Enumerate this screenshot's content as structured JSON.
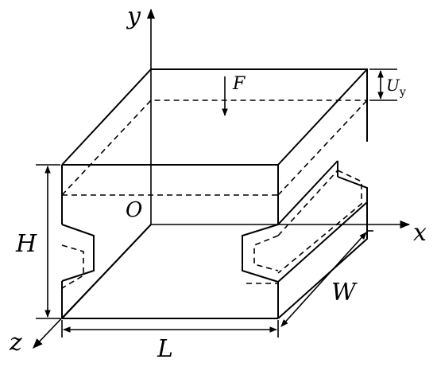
{
  "labels": {
    "y_axis": "y",
    "x_axis": "x",
    "z_axis": "z",
    "origin": "O",
    "force": "F",
    "height": "H",
    "length": "L",
    "width": "W",
    "displacement_main": "U",
    "displacement_sub": "y"
  }
}
